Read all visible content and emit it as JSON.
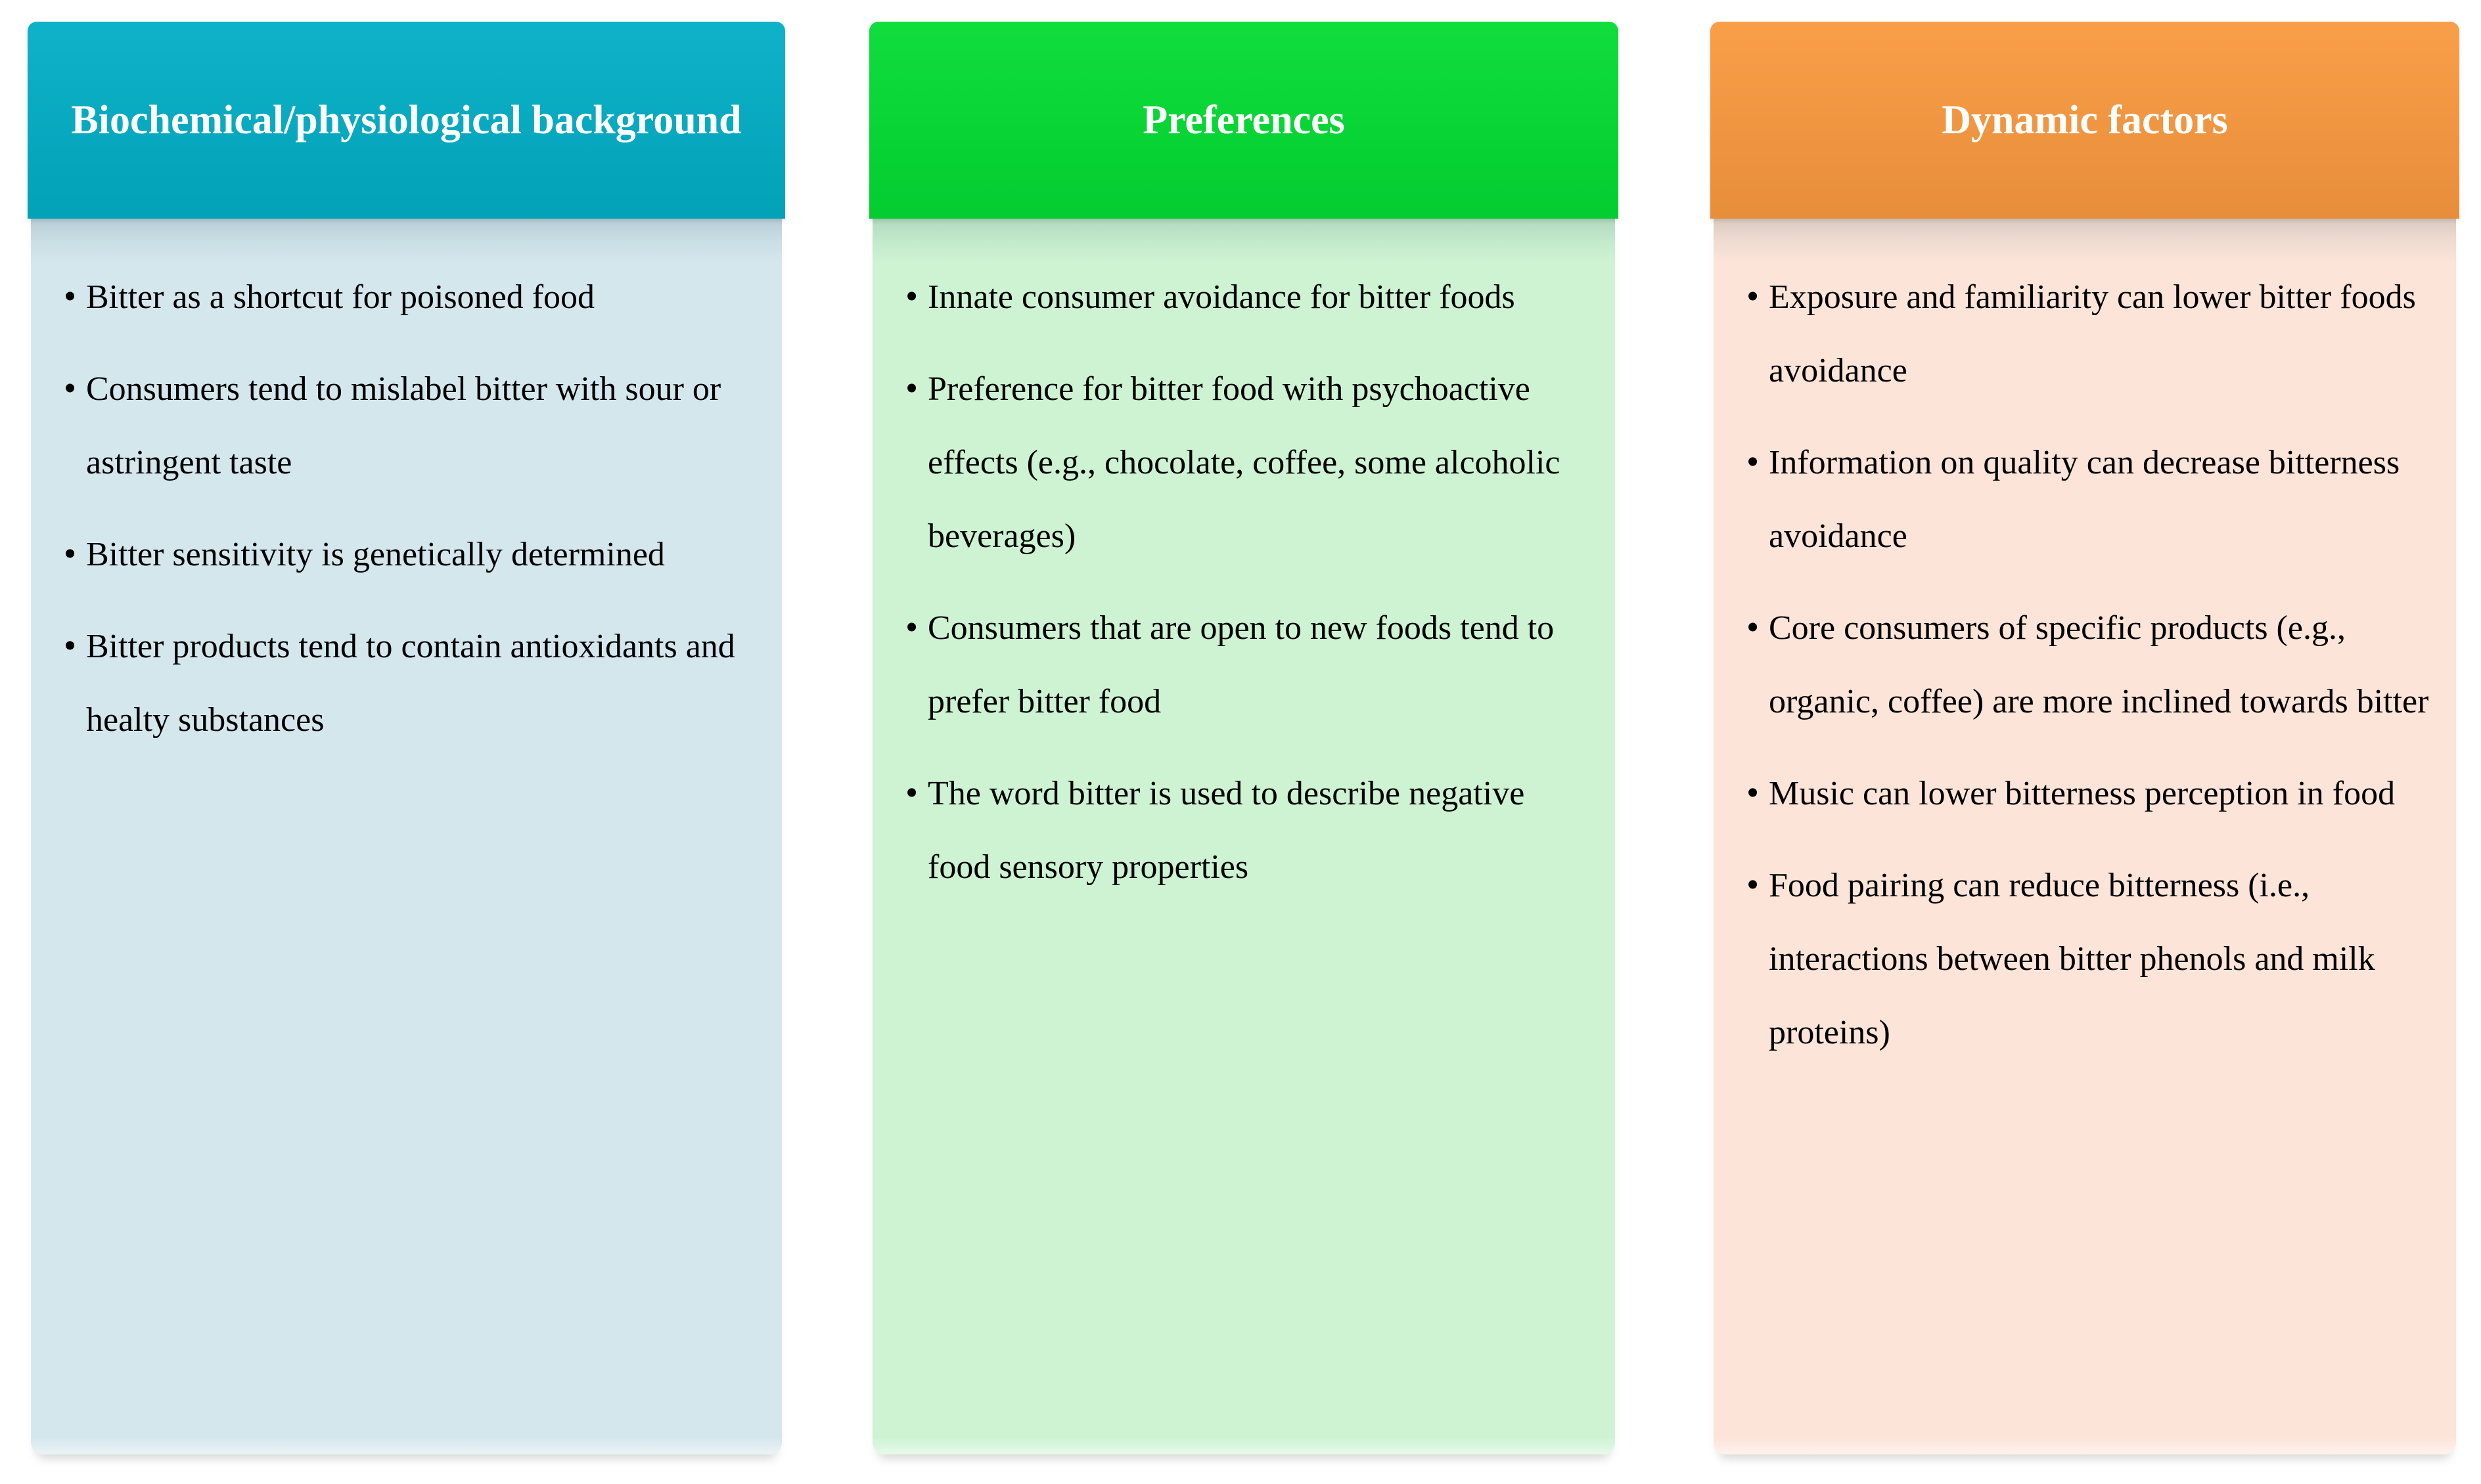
{
  "bullet_glyph": "•",
  "columns": [
    {
      "title": "Biochemical/physiological background",
      "header_color": "#02AEC6",
      "body_color": "#D4E7ED",
      "bullets": [
        "Bitter as a shortcut for poisoned food",
        "Consumers tend to mislabel bitter with sour or astringent taste",
        "Bitter sensitivity is genetically determined",
        "Bitter products tend to contain antioxidants and healty substances"
      ]
    },
    {
      "title": "Preferences",
      "header_color": "#03DC33",
      "body_color": "#CDF3D3",
      "bullets": [
        "Innate consumer avoidance for bitter foods",
        "Preference for bitter food with psychoactive effects (e.g., chocolate, coffee, some alcoholic beverages)",
        "Consumers that are open to new foods tend to prefer bitter food",
        "The word bitter is used to describe negative food sensory properties"
      ]
    },
    {
      "title": "Dynamic factors",
      "header_color": "#F9993F",
      "body_color": "#FCE4D8",
      "bullets": [
        "Exposure and familiarity can lower bitter foods avoidance",
        "Information on quality can decrease bitterness avoidance",
        "Core consumers of specific products (e.g., organic, coffee) are more inclined towards bitter",
        "Music can lower bitterness perception in food",
        "Food pairing can reduce bitterness (i.e., interactions between bitter phenols and milk proteins)"
      ]
    }
  ]
}
